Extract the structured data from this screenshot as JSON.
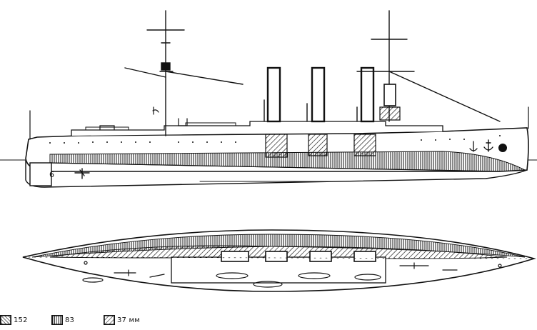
{
  "figure": {
    "ink_color": "#111111",
    "paper_color": "#ffffff"
  },
  "legend": {
    "items": [
      {
        "label": "152",
        "pattern": "hatch-backslash"
      },
      {
        "label": "83",
        "pattern": "hatch-vertical"
      },
      {
        "label": "37 мм",
        "pattern": "hatch-forward"
      }
    ]
  }
}
